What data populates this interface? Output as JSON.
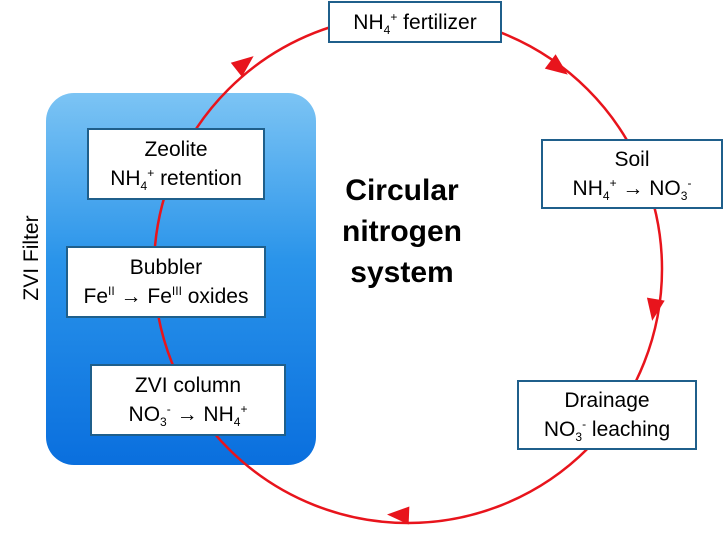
{
  "title": [
    "Circular",
    "nitrogen",
    "system"
  ],
  "filter_label": "ZVI Filter",
  "colors": {
    "cycle": "#e8141c",
    "box_border": "#1f5f8b",
    "filter_top": "#7cc4f4",
    "filter_bottom": "#0a6fde"
  },
  "nodes": {
    "fertilizer": {
      "l1_a": "NH",
      "l1_sub": "4",
      "l1_sup": "+",
      "l1_b": " fertilizer"
    },
    "soil": {
      "name": "Soil",
      "l2_a": "NH",
      "l2_sub": "4",
      "l2_sup": "+",
      "l2_arrow": " → ",
      "l2_b": "NO",
      "l2_sub2": "3",
      "l2_sup2": "-"
    },
    "drainage": {
      "name": "Drainage",
      "l2_a": "NO",
      "l2_sub": "3",
      "l2_sup": "-",
      "l2_b": " leaching"
    },
    "zvi": {
      "name": "ZVI column",
      "l2_a": "NO",
      "l2_sub": "3",
      "l2_sup": "-",
      "l2_arrow": " →  ",
      "l2_b": "NH",
      "l2_sub2": "4",
      "l2_sup2": "+"
    },
    "bubbler": {
      "name": "Bubbler",
      "l2_a": "Fe",
      "l2_sup": "II",
      "l2_arrow": " → ",
      "l2_b": "Fe",
      "l2_sup2": "III",
      "l2_c": " oxides"
    },
    "zeolite": {
      "name": "Zeolite",
      "l2_a": "NH",
      "l2_sub": "4",
      "l2_sup": "+",
      "l2_b": " retention"
    }
  }
}
